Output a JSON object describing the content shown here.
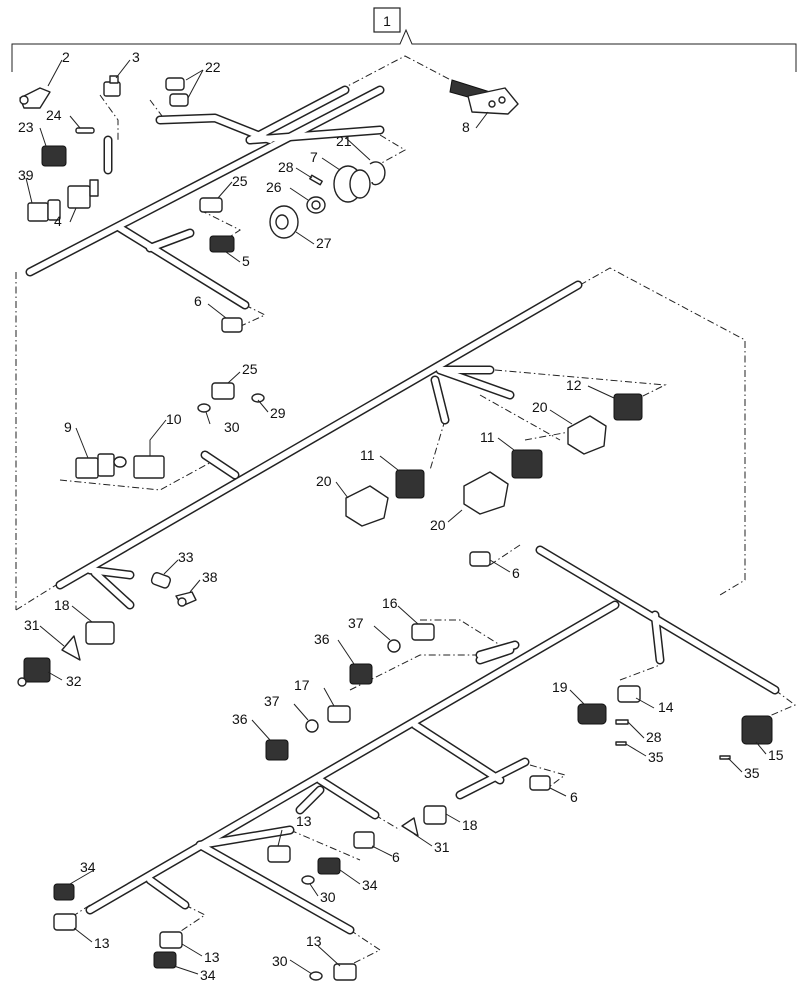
{
  "assembly_label": "1",
  "callouts": [
    {
      "id": "c-2",
      "text": "2"
    },
    {
      "id": "c-3",
      "text": "3"
    },
    {
      "id": "c-22",
      "text": "22"
    },
    {
      "id": "c-24",
      "text": "24"
    },
    {
      "id": "c-23",
      "text": "23"
    },
    {
      "id": "c-39",
      "text": "39"
    },
    {
      "id": "c-4",
      "text": "4"
    },
    {
      "id": "c-8",
      "text": "8"
    },
    {
      "id": "c-21",
      "text": "21"
    },
    {
      "id": "c-28a",
      "text": "28"
    },
    {
      "id": "c-7",
      "text": "7"
    },
    {
      "id": "c-26",
      "text": "26"
    },
    {
      "id": "c-25a",
      "text": "25"
    },
    {
      "id": "c-27",
      "text": "27"
    },
    {
      "id": "c-5",
      "text": "5"
    },
    {
      "id": "c-6a",
      "text": "6"
    },
    {
      "id": "c-25b",
      "text": "25"
    },
    {
      "id": "c-29",
      "text": "29"
    },
    {
      "id": "c-30a",
      "text": "30"
    },
    {
      "id": "c-9",
      "text": "9"
    },
    {
      "id": "c-10",
      "text": "10"
    },
    {
      "id": "c-12",
      "text": "12"
    },
    {
      "id": "c-20a",
      "text": "20"
    },
    {
      "id": "c-11a",
      "text": "11"
    },
    {
      "id": "c-11b",
      "text": "11"
    },
    {
      "id": "c-20b",
      "text": "20"
    },
    {
      "id": "c-20c",
      "text": "20"
    },
    {
      "id": "c-6b",
      "text": "6"
    },
    {
      "id": "c-33",
      "text": "33"
    },
    {
      "id": "c-38",
      "text": "38"
    },
    {
      "id": "c-18a",
      "text": "18"
    },
    {
      "id": "c-31a",
      "text": "31"
    },
    {
      "id": "c-32",
      "text": "32"
    },
    {
      "id": "c-16",
      "text": "16"
    },
    {
      "id": "c-37a",
      "text": "37"
    },
    {
      "id": "c-36a",
      "text": "36"
    },
    {
      "id": "c-17",
      "text": "17"
    },
    {
      "id": "c-37b",
      "text": "37"
    },
    {
      "id": "c-36b",
      "text": "36"
    },
    {
      "id": "c-19",
      "text": "19"
    },
    {
      "id": "c-14",
      "text": "14"
    },
    {
      "id": "c-28b",
      "text": "28"
    },
    {
      "id": "c-35a",
      "text": "35"
    },
    {
      "id": "c-15",
      "text": "15"
    },
    {
      "id": "c-35b",
      "text": "35"
    },
    {
      "id": "c-6c",
      "text": "6"
    },
    {
      "id": "c-18b",
      "text": "18"
    },
    {
      "id": "c-31b",
      "text": "31"
    },
    {
      "id": "c-13a",
      "text": "13"
    },
    {
      "id": "c-6d",
      "text": "6"
    },
    {
      "id": "c-34a",
      "text": "34"
    },
    {
      "id": "c-30b",
      "text": "30"
    },
    {
      "id": "c-34b",
      "text": "34"
    },
    {
      "id": "c-13b",
      "text": "13"
    },
    {
      "id": "c-13c",
      "text": "13"
    },
    {
      "id": "c-34c",
      "text": "34"
    },
    {
      "id": "c-13d",
      "text": "13"
    },
    {
      "id": "c-30c",
      "text": "30"
    }
  ]
}
